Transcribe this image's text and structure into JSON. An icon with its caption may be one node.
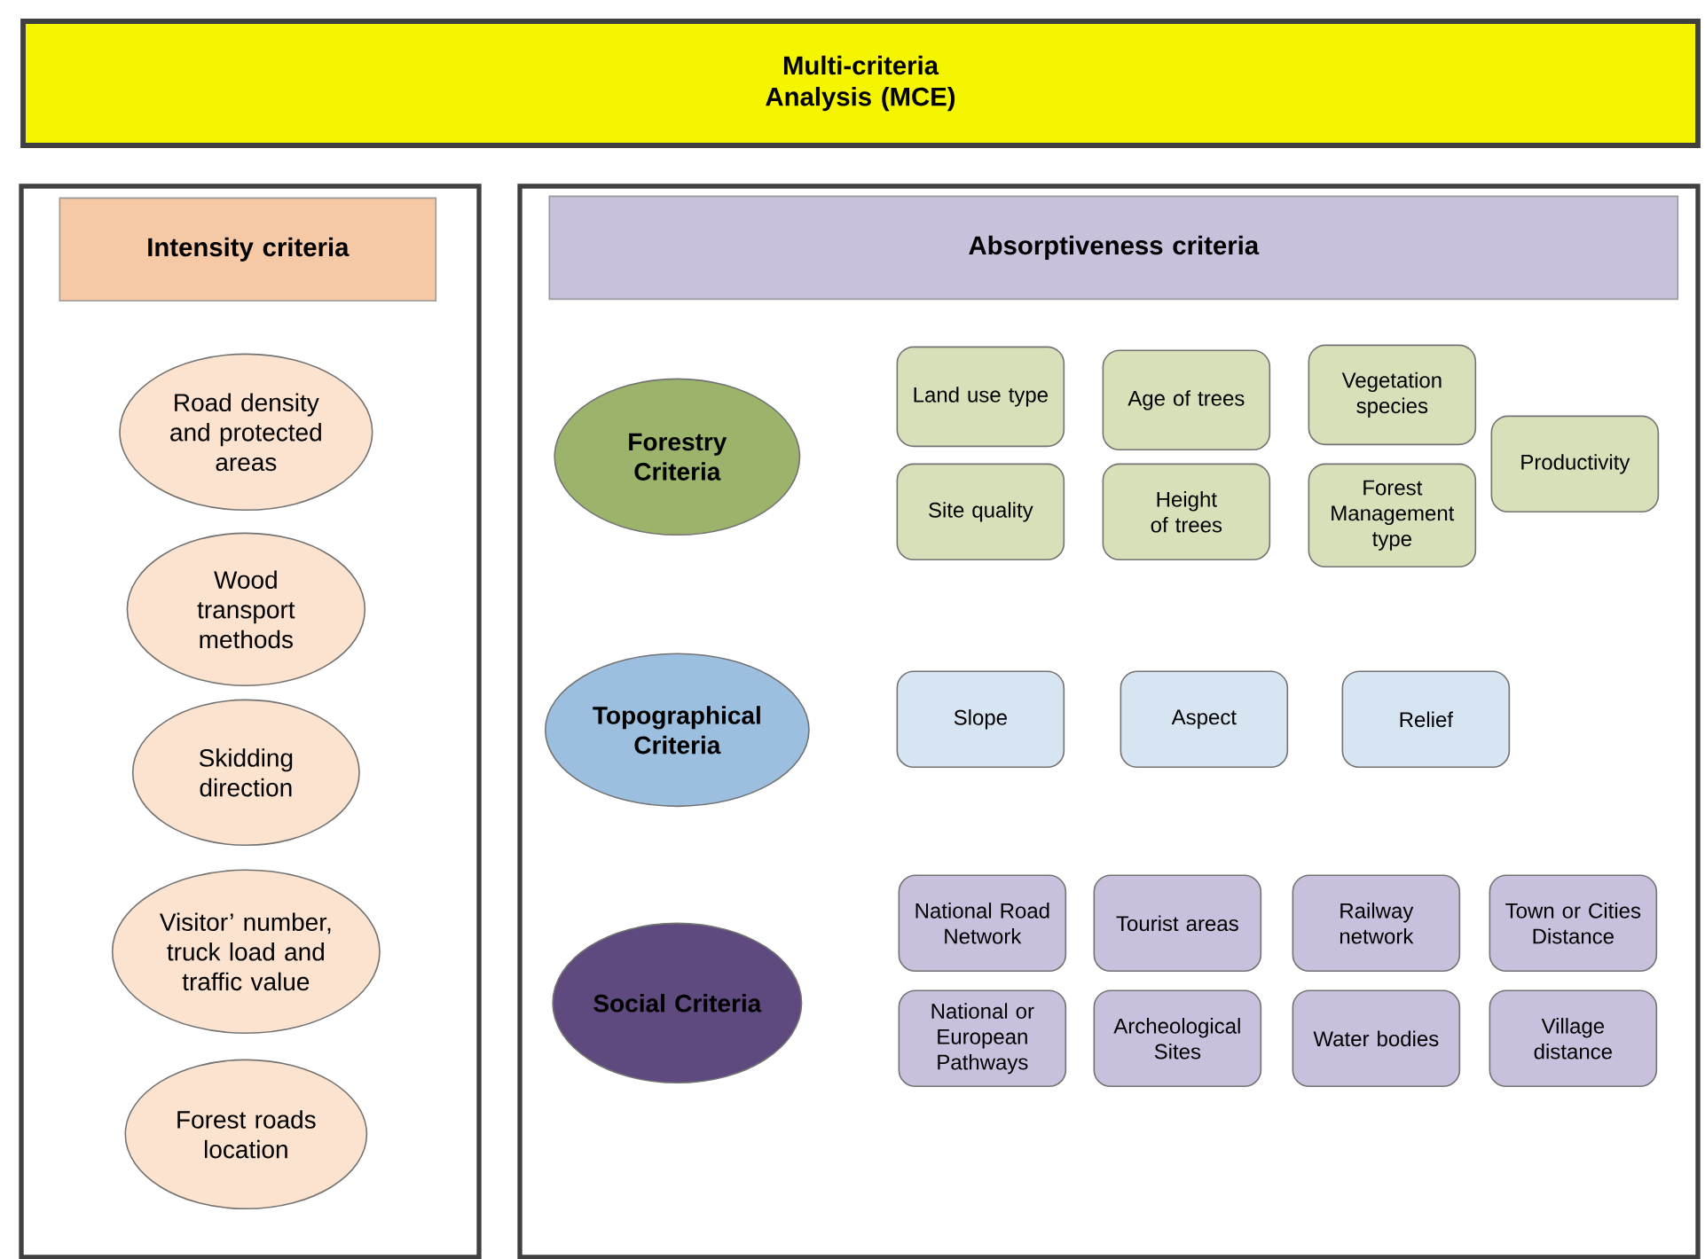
{
  "diagram": {
    "nodes": [
      {
        "text": [
          "Multi-criteria Analysis (MCE)"
        ]
      },
      {
        "text": [],
        "shape": "box"
      },
      {
        "text": [
          "Intensity criteria"
        ],
        "in": 1
      },
      {
        "text": [
          "Road density and protected areas"
        ],
        "in": 1
      },
      {
        "text": [
          "Wood transport methods"
        ],
        "in": 1
      },
      {
        "text": [
          "Skidding direction"
        ],
        "in": 1
      },
      {
        "text": [
          "Visitor’ number, truck load and traffic value"
        ],
        "in": 1
      },
      {
        "text": [
          "Forest roads location"
        ],
        "in": 1
      },
      {
        "text": [],
        "shape": "box"
      },
      {
        "text": [
          "Absorptiveness criteria"
        ],
        "in": 8
      },
      {
        "text": [
          "Forestry Criteria"
        ],
        "in": 8
      },
      {
        "text": [
          "Land use type"
        ],
        "in": 8
      },
      {
        "text": [
          "Age of trees"
        ],
        "in": 8
      },
      {
        "text": [
          "Vegetation species"
        ],
        "in": 8
      },
      {
        "text": [
          "Site quality"
        ],
        "in": 8
      },
      {
        "text": [
          "Height of trees"
        ],
        "in": 8
      },
      {
        "text": [
          "Forest Management type"
        ],
        "in": 8
      },
      {
        "text": [
          "Productivity"
        ],
        "in": 8
      },
      {
        "text": [
          "Topographical Criteria"
        ],
        "in": 8
      },
      {
        "text": [
          "Slope"
        ],
        "in": 8
      },
      {
        "text": [
          "Aspect"
        ],
        "in": 8
      },
      {
        "text": [
          "Relief"
        ],
        "in": 8
      },
      {
        "text": [
          "Social Criteria"
        ],
        "in": 8
      },
      {
        "text": [
          "National Road Network"
        ],
        "in": 8
      },
      {
        "text": [
          "Tourist areas"
        ],
        "in": 8
      },
      {
        "text": [
          "Railway network"
        ],
        "in": 8
      },
      {
        "text": [
          "Town or Cities Distance"
        ],
        "in": 8
      },
      {
        "text": [
          "National or European Pathways"
        ],
        "in": 8
      },
      {
        "text": [
          "Archeological Sites"
        ],
        "in": 8
      },
      {
        "text": [
          "Water bodies"
        ],
        "in": 8
      },
      {
        "text": [
          "Village distance"
        ],
        "in": 8
      }
    ]
  }
}
